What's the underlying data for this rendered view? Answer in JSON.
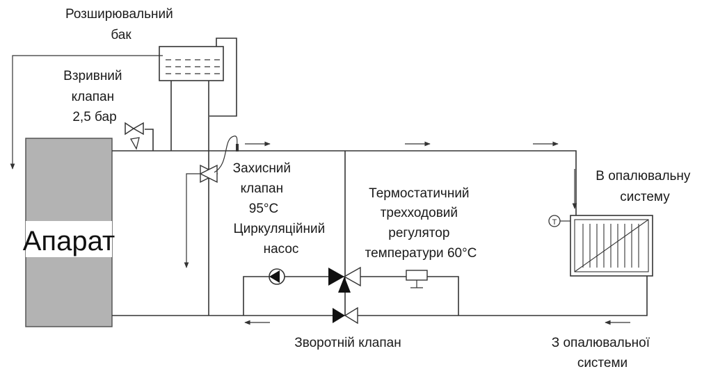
{
  "labels": {
    "expansion_tank": [
      "Розширювальний",
      "бак"
    ],
    "relief_valve": [
      "Взривний",
      "клапан",
      "2,5 бар"
    ],
    "safety_valve": [
      "Захисний",
      "клапан",
      "95°C"
    ],
    "pump": [
      "Циркуляційний",
      "насос"
    ],
    "thermostatic_valve": [
      "Термостатичний",
      "трехходовий",
      "регулятор",
      "температури 60°C"
    ],
    "to_system": [
      "В опалювальну",
      "систему"
    ],
    "from_system": [
      "З опалювальної",
      "системи"
    ],
    "check_valve": "Зворотній клапан",
    "apparatus": "Апарат",
    "thermometer": "T"
  },
  "colors": {
    "line": "#333333",
    "apparatus_fill": "#b3b3b3",
    "label_box_fill": "#ffffff",
    "text": "#1a1a1a"
  }
}
